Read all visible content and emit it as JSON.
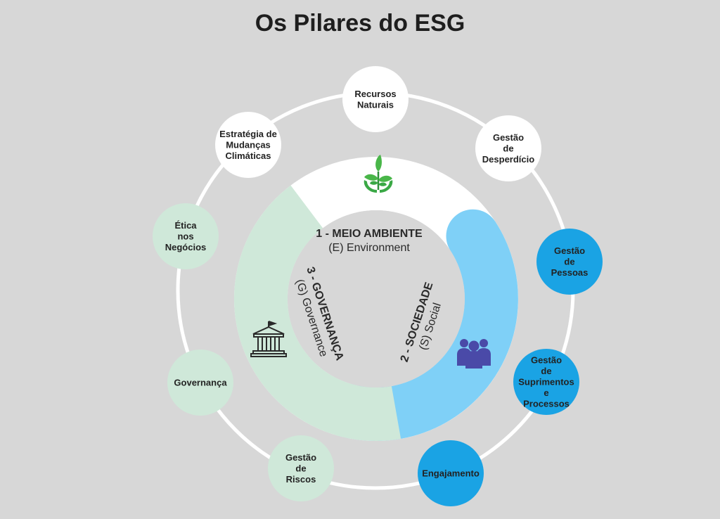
{
  "title": "Os Pilares do ESG",
  "colors": {
    "background": "#d7d7d7",
    "environment": "#ffffff",
    "social": "#7fd0f7",
    "governance": "#cfe8d9",
    "social_node": "#1aa3e4",
    "outer_ring": "#ffffff"
  },
  "pillars": {
    "environment": {
      "line1": "1 - MEIO AMBIENTE",
      "line2": "(E) Environment",
      "icon": "plant-hands-icon"
    },
    "social": {
      "line1": "2 - SOCIEDADE",
      "line2": "(S) Social",
      "icon": "people-group-icon"
    },
    "governance": {
      "line1": "3 - GOVERNANÇA",
      "line2": "(G) Governance",
      "icon": "government-building-icon"
    }
  },
  "nodes": [
    {
      "id": "recursos-naturais",
      "pillar": "environment",
      "lines": [
        "Recursos",
        "Naturais"
      ]
    },
    {
      "id": "gestao-desperdicio",
      "pillar": "environment",
      "lines": [
        "Gestão",
        "de",
        "Desperdício"
      ]
    },
    {
      "id": "gestao-pessoas",
      "pillar": "social",
      "lines": [
        "Gestão",
        "de",
        "Pessoas"
      ]
    },
    {
      "id": "gestao-suprimentos",
      "pillar": "social",
      "lines": [
        "Gestão",
        "de",
        "Suprimentos",
        "e",
        "Processos"
      ]
    },
    {
      "id": "engajamento",
      "pillar": "social",
      "lines": [
        "Engajamento"
      ]
    },
    {
      "id": "gestao-riscos",
      "pillar": "governance",
      "lines": [
        "Gestão",
        "de",
        "Riscos"
      ]
    },
    {
      "id": "governanca",
      "pillar": "governance",
      "lines": [
        "Governança"
      ]
    },
    {
      "id": "etica-negocios",
      "pillar": "governance",
      "lines": [
        "Ética",
        "nos",
        "Negócios"
      ]
    },
    {
      "id": "estrategia-mudancas",
      "pillar": "environment",
      "lines": [
        "Estratégia de",
        "Mudanças",
        "Climáticas"
      ]
    }
  ]
}
